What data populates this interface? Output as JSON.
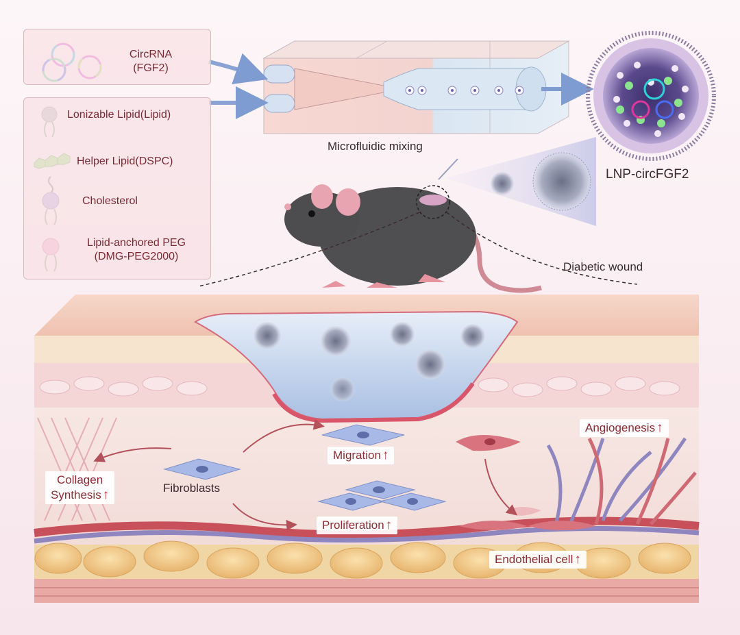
{
  "legend": {
    "circrna": {
      "line1": "CircRNA",
      "line2": "(FGF2)"
    },
    "items": [
      {
        "label": "Lonizable Lipid(Lipid)"
      },
      {
        "label": "Helper Lipid(DSPC)"
      },
      {
        "label": "Cholesterol"
      },
      {
        "label": "Lipid-anchored PEG",
        "label2": "(DMG-PEG2000)"
      }
    ]
  },
  "labels": {
    "microfluidic": "Microfluidic mixing",
    "lnp": "LNP-circFGF2",
    "wound": "Diabetic wound",
    "fibroblasts": "Fibroblasts",
    "collagen_line1": "Collagen",
    "collagen_line2": "Synthesis",
    "migration": "Migration",
    "proliferation": "Proliferation",
    "angiogenesis": "Angiogenesis",
    "endothelial": "Endothelial cell",
    "up_arrow": "↑"
  },
  "colors": {
    "text_dark_red": "#7a2a33",
    "arrow_red": "#c0262d",
    "skin": "#f3cbbf",
    "wound_fluid": "#c9d6ec",
    "fat": "#f2c98a",
    "vessel_red": "#c8505a",
    "vessel_purple": "#8f86bf",
    "fibroblast": "#9fb2e4",
    "mouse": "#4b4b4b"
  }
}
